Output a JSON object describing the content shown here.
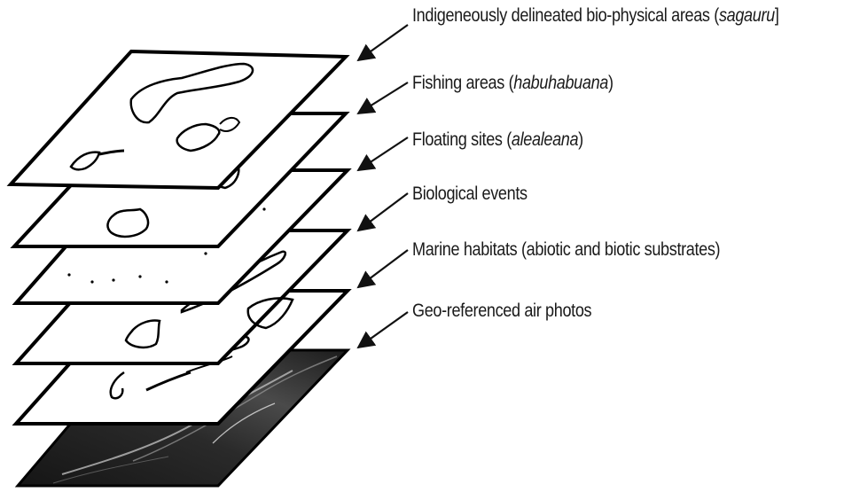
{
  "layers": [
    {
      "label": "Indigeneously delineated bio-physical areas (",
      "term": "sagauru",
      "suffix": "]"
    },
    {
      "label": "Fishing areas (",
      "term": "habuhabuana",
      "suffix": ")"
    },
    {
      "label": "Floating sites (",
      "term": "alealeana",
      "suffix": ")"
    },
    {
      "label": "Biological events",
      "term": "",
      "suffix": ""
    },
    {
      "label": "Marine habitats (abiotic and biotic substrates)",
      "term": "",
      "suffix": ""
    },
    {
      "label": "Geo-referenced air photos",
      "term": "",
      "suffix": ""
    }
  ]
}
